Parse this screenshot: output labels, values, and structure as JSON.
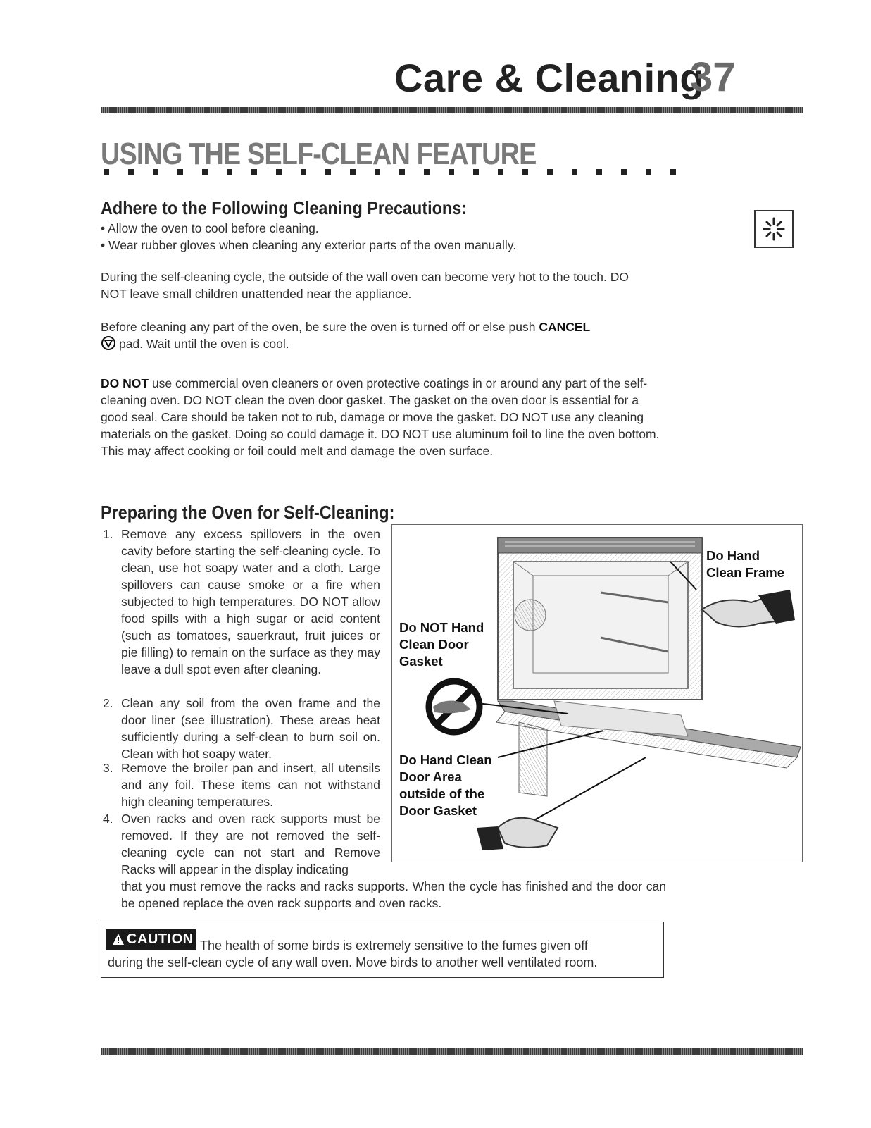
{
  "header": {
    "title": "Care & Cleaning",
    "page_number": "37"
  },
  "section": {
    "title": "USING THE SELF-CLEAN FEATURE"
  },
  "precautions": {
    "heading": "Adhere to the Following Cleaning Precautions:",
    "bullets": [
      "• Allow the oven to cool before cleaning.",
      "• Wear rubber gloves when cleaning any exterior parts of the oven manually."
    ]
  },
  "paragraphs": {
    "hot_warning": "During the self-cleaning cycle, the outside of the wall oven can become very hot to the touch. DO NOT leave small children unattended near the appliance.",
    "cancel_before": "Before cleaning any part of the oven, be sure the oven is turned off or else push",
    "cancel_key": "CANCEL",
    "cancel_after": "pad. Wait until the oven is cool.",
    "donot_lead": "DO NOT",
    "donot_rest": "use commercial oven cleaners or oven protective coatings in or around any part of the self-cleaning oven. DO NOT clean the oven door gasket. The gasket on the oven door is essential for a good seal. Care should be taken not to rub, damage or move the gasket. DO NOT use any cleaning materials on the gasket. Doing so could damage it. DO NOT use aluminum foil to line the oven bottom. This may affect cooking or foil could melt and damage the oven surface."
  },
  "preparing": {
    "heading": "Preparing the Oven for Self-Cleaning:",
    "items": [
      {
        "num": "1.",
        "text": "Remove any excess spillovers in the oven cavity before starting the self-cleaning cycle. To clean, use hot soapy water and a cloth. Large spillovers can cause smoke or a fire when subjected to high temperatures. DO NOT allow food spills with a high sugar or acid content (such as tomatoes, sauerkraut, fruit juices or pie filling) to remain on the surface as they may leave a dull spot even after cleaning."
      },
      {
        "num": "2.",
        "text": "Clean any soil from the oven frame and the door liner (see illustration). These areas heat sufficiently during a self-clean to burn soil on. Clean with hot soapy water."
      },
      {
        "num": "3.",
        "text": "Remove the broiler pan and insert, all utensils and any foil. These items can not withstand high cleaning temperatures."
      },
      {
        "num": "4.",
        "text": "Oven racks and oven rack supports must be removed. If they are not removed the self-cleaning cycle can not start and Remove Racks will appear in the display indicating"
      },
      {
        "num": "",
        "text": "that you must remove the racks and racks supports. When the cycle has finished and the door can be opened replace the oven rack supports and oven racks."
      }
    ]
  },
  "figure": {
    "callout_frame_1": "Do Hand",
    "callout_frame_2": "Clean Frame",
    "callout_gasket_1": "Do NOT Hand",
    "callout_gasket_2": "Clean Door",
    "callout_gasket_3": "Gasket",
    "callout_door_1": "Do Hand Clean",
    "callout_door_2": "Door Area",
    "callout_door_3": "outside of the",
    "callout_door_4": "Door Gasket"
  },
  "caution": {
    "badge": "CAUTION",
    "line1": "The health of some birds is extremely sensitive to the fumes given off",
    "line2": "during the self-clean cycle of any wall oven. Move birds to another well ventilated room."
  },
  "icons": {
    "self_clean": "self-clean-icon",
    "cancel": "cancel-pad-icon",
    "no_symbol": "prohibited-icon",
    "warning": "warning-triangle-icon"
  }
}
